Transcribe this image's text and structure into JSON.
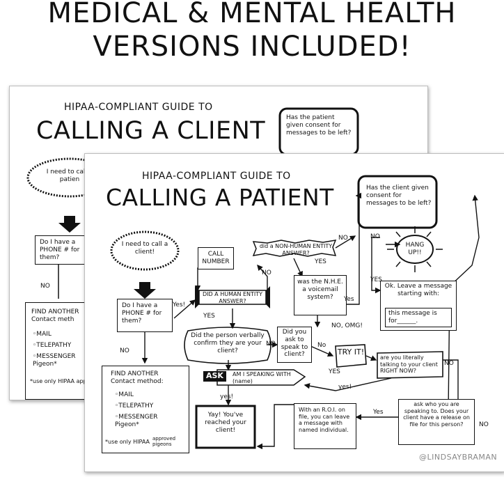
{
  "headline": {
    "line1": "MEDICAL & MENTAL HEALTH",
    "line2": "VERSIONS INCLUDED!"
  },
  "back_sheet": {
    "subtitle": "HIPAA-COMPLIANT GUIDE TO",
    "title": "CALLING A CLIENT",
    "consent_question": "Has the patient given consent for messages to be left?",
    "need_to_call": "I need to call a patien",
    "phone_question": "Do I have a PHONE # for them?",
    "no_label": "NO",
    "find_another_title": "FIND ANOTHER Contact meth",
    "methods": [
      "◦MAIL",
      "◦TELEPATHY",
      "◦MESSENGER Pigeon*"
    ],
    "footnote": "*use only HIPAA appro"
  },
  "front_sheet": {
    "subtitle": "HIPAA-COMPLIANT GUIDE TO",
    "title": "CALLING A PATIENT",
    "need_to_call": "I need to call a client!",
    "call_number": "CALL NUMBER",
    "phone_question": "Do I have a PHONE # for them?",
    "yes_phone": "Yes!",
    "no_phone": "NO",
    "find_another_title": "FIND ANOTHER Contact method:",
    "methods": [
      "◦MAIL",
      "◦TELEPATHY",
      "◦MESSENGER Pigeon*"
    ],
    "footnote_a": "*use only HIPAA",
    "footnote_b": "approved pigeons",
    "human_question": "DID A HUMAN ENTITY ANSWER?",
    "yes_human": "YES",
    "no_human": "NO",
    "non_human_question": "did a NON-HUMAN ENTITY ANSWER?",
    "yes_nonhuman": "YES",
    "no_nonhuman": "NO",
    "voicemail_question": "was the N.H.E. a voicemail system?",
    "yes_voicemail": "Yes",
    "no_omg": "NO, OMG!",
    "consent_question": "Has the client given consent for messages to be left?",
    "no_consent": "NO",
    "yes_consent": "YES",
    "hang_up": "HANG UP!!",
    "leave_message": "Ok. Leave a message starting with:",
    "message_text": "this message is for______.",
    "confirm_question": "Did the person verbally confirm they are your client?",
    "no_confirm": "NO",
    "ask_speak": "Did you ask to speak to client?",
    "no_ask": "No",
    "yes_ask": "YES",
    "try_it": "TRY IT!",
    "literally_question": "are you literally talking to your client RIGHT NOW?",
    "no_literally": "NO",
    "yes_literally": "yes!",
    "ask_label": "ASK",
    "am_i_speaking": "AM I SPEAKING WITH (name)",
    "yes_reached": "yes!",
    "reached": "Yay! You've reached your client!",
    "roi": "With an R.O.I. on file, you can leave a message with named individual.",
    "yes_roi": "Yes",
    "ask_who": "ask who you are speaking to. Does your client have a release on file for this person?",
    "no_roi": "NO",
    "credit": "@LINDSAYBRAMAN"
  }
}
